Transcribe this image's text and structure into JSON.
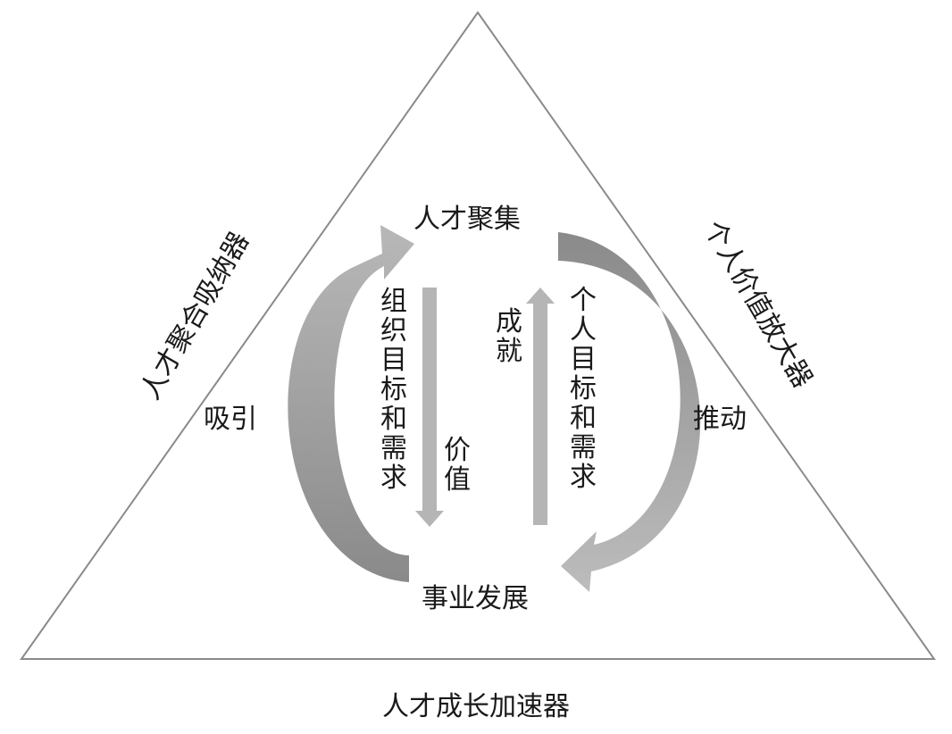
{
  "nodes": {
    "top": "人才聚集",
    "bottom": "事业发展"
  },
  "sides": {
    "left": "人才聚合吸纳器",
    "right": "个人价值放大器",
    "bottom": "人才成长加速器"
  },
  "cycle": {
    "left": "吸引",
    "right": "推动"
  },
  "flows": {
    "down_label": "组织目标和需求",
    "down_sub": "价值",
    "up_label": "个人目标和需求",
    "up_sub": "成就"
  },
  "colors": {
    "outline": "#8a8a8a",
    "arrow_light": "#b5b5b5",
    "arrow_dark": "#8c8c8c",
    "text": "#1a1a1a"
  }
}
